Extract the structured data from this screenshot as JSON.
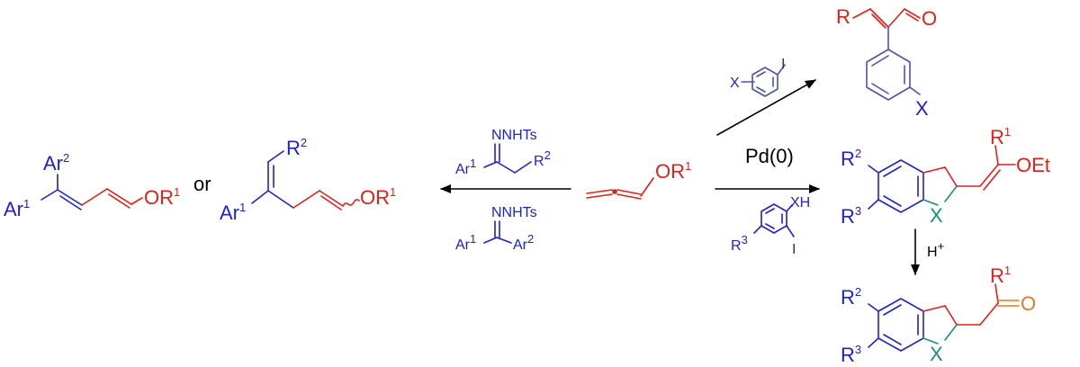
{
  "colors": {
    "blue": "#1f22c6",
    "red": "#e0201b",
    "green": "#1a8f72",
    "orange": "#e07b24",
    "black": "#000000"
  },
  "center": {
    "allene_group": "OR",
    "allene_sup": "1"
  },
  "top_right": {
    "reagent_x": "X",
    "reagent_i": "I",
    "product_r": "R",
    "product_o": "O",
    "product_x": "X"
  },
  "middle_right": {
    "catalyst": "Pd(0)",
    "reagent_xh": "XH",
    "reagent_r": "R",
    "reagent_r_sup": "3",
    "reagent_i": "I",
    "product_r2": "R",
    "product_r2_sup": "2",
    "product_r3": "R",
    "product_r3_sup": "3",
    "product_x": "X",
    "product_r1": "R",
    "product_r1_sup": "1",
    "product_oet": "OEt"
  },
  "acid_step": {
    "label": "H",
    "label_sup": "+"
  },
  "bottom_right": {
    "r2": "R",
    "r2_sup": "2",
    "r3": "R",
    "r3_sup": "3",
    "x": "X",
    "r1": "R",
    "r1_sup": "1",
    "o": "O"
  },
  "left_reagents": {
    "top_nnhts": "NNHTs",
    "top_ar": "Ar",
    "top_ar_sup": "1",
    "top_r": "R",
    "top_r_sup": "2",
    "bottom_nnhts": "NNHTs",
    "bottom_ar1": "Ar",
    "bottom_ar1_sup": "1",
    "bottom_ar2": "Ar",
    "bottom_ar2_sup": "2"
  },
  "left_products": {
    "p1_ar2": "Ar",
    "p1_ar2_sup": "2",
    "p1_ar1": "Ar",
    "p1_ar1_sup": "1",
    "p1_or": "OR",
    "p1_or_sup": "1",
    "or_word": "or",
    "p2_r2": "R",
    "p2_r2_sup": "2",
    "p2_ar1": "Ar",
    "p2_ar1_sup": "1",
    "p2_or": "OR",
    "p2_or_sup": "1"
  }
}
